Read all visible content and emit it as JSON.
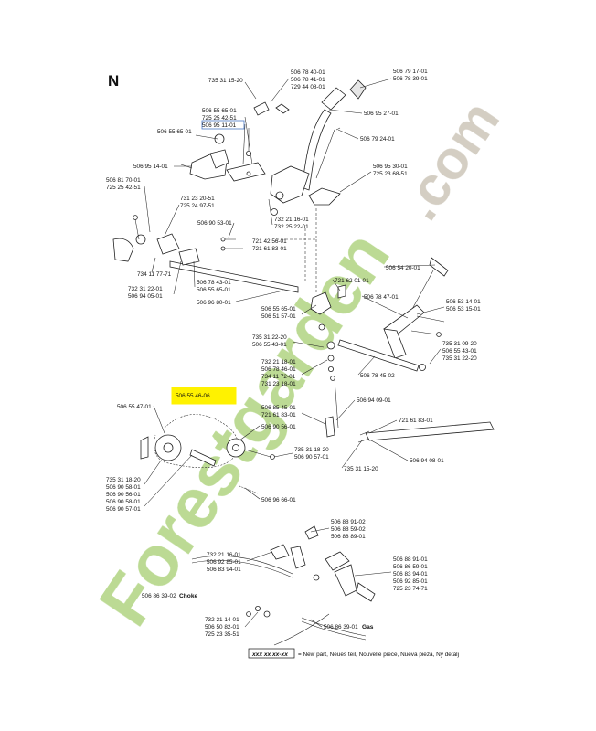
{
  "section_letter": "N",
  "watermark": {
    "text": "Forestgarden",
    "suffix": ".com",
    "color_green": "#b9d98f",
    "color_gray": "#d2ccc0"
  },
  "highlight_color": "#fff200",
  "footer": {
    "sample": "xxx xx xx-xx",
    "text": "= New part, Neues teil, Nouvelle piece, Nueva pieza, Ny detalj"
  },
  "labels": [
    "735 31 15-20",
    "506 78 40-01",
    "506 78 41-01",
    "729 44 08-01",
    "506 79 17-01",
    "506 78 39-01",
    "506 55 65-01",
    "725 25 42-51",
    "506 95 11-01",
    "506 95 27-01",
    "506 55 65-01",
    "506 79 24-01",
    "506 95 14-01",
    "506 95 30-01",
    "725 23 68-51",
    "506 81 70-01",
    "725 25 42-51",
    "731 23 20-51",
    "725 24 97-51",
    "732 21 16-01",
    "732 25 22-01",
    "506 90 53-01",
    "721 42 56-01",
    "721 61 83-01",
    "721 62 01-01",
    "506 54 20-01",
    "734 11 77-71",
    "732 31 22-01",
    "506 94 05-01",
    "506 78 43-01",
    "506 55 65-01",
    "506 78 47-01",
    "506 96 80-01",
    "506 53 14-01",
    "506 53 15-01",
    "506 55 65-01",
    "506 51 57-01",
    "735 31 09-20",
    "506 55 43-01",
    "735 31 22-20",
    "735 31 22-20",
    "506 55 43-01",
    "732 21 18-01",
    "506 78 46-01",
    "734 11 72-01",
    "731 23 18-01",
    "506 78 45-02",
    "506 55 46-06",
    "506 94 09-01",
    "506 55 47-01",
    "506 85 45-01",
    "721 61 83-01",
    "721 61 83-01",
    "506 90 56-01",
    "735 31 18-20",
    "506 90 57-01",
    "506 94 08-01",
    "735 31 15-20",
    "735 31 18-20",
    "506 90 58-01",
    "506 90 56-01",
    "506 90 58-01",
    "506 90 57-01",
    "506 96 66-01",
    "506 88 91-02",
    "506 88 59-02",
    "506 88 89-01",
    "732 21 16-01",
    "506 92 85-01",
    "506 83 94-01",
    "506 88 91-01",
    "506 86 59-01",
    "506 83 94-01",
    "506 92 85-01",
    "725 23 74-71",
    "506 86 39-02",
    "732 21 14-01",
    "506 50 82-01",
    "725 23 35-51",
    "506 86 39-01"
  ],
  "label_suffixes": {
    "choke": "Choke",
    "gas": "Gas"
  }
}
